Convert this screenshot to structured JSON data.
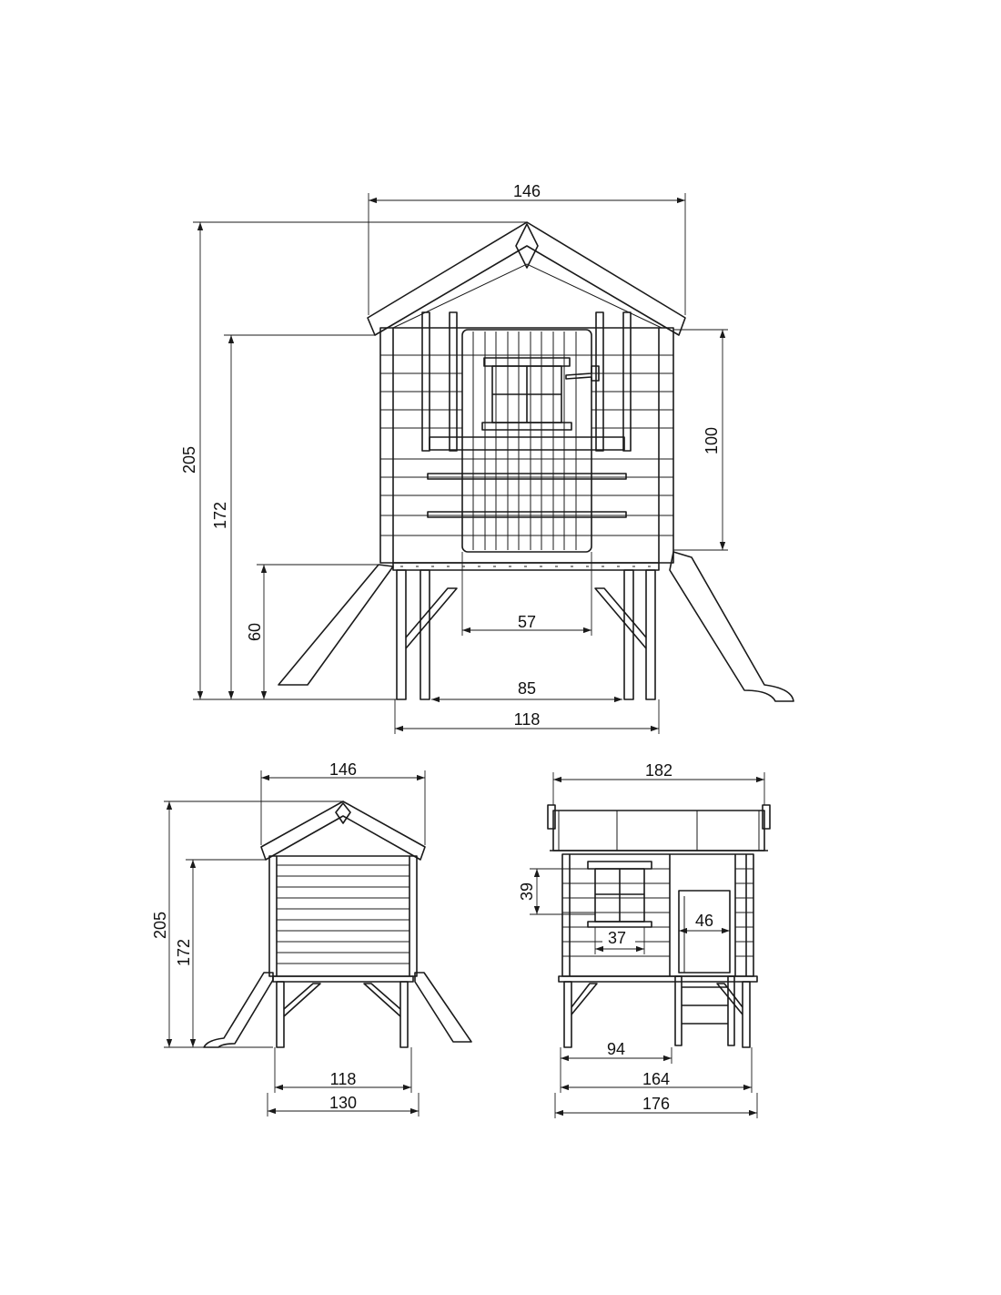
{
  "front_view": {
    "overall_width": "146",
    "overall_height": "205",
    "wall_height": "172",
    "house_body_height": "100",
    "platform_height": "60",
    "door_width": "57",
    "leg_inner_width": "85",
    "leg_outer_width": "118"
  },
  "side_view": {
    "overall_width": "146",
    "overall_height": "205",
    "wall_height": "172",
    "leg_width": "118",
    "base_width": "130"
  },
  "rear_view": {
    "overall_width": "182",
    "window_height": "39",
    "window_width": "37",
    "door_width": "46",
    "ladder_offset": "94",
    "inner_width": "164",
    "base_width": "176"
  },
  "colors": {
    "line": "#1a1a1a",
    "background": "#ffffff"
  }
}
